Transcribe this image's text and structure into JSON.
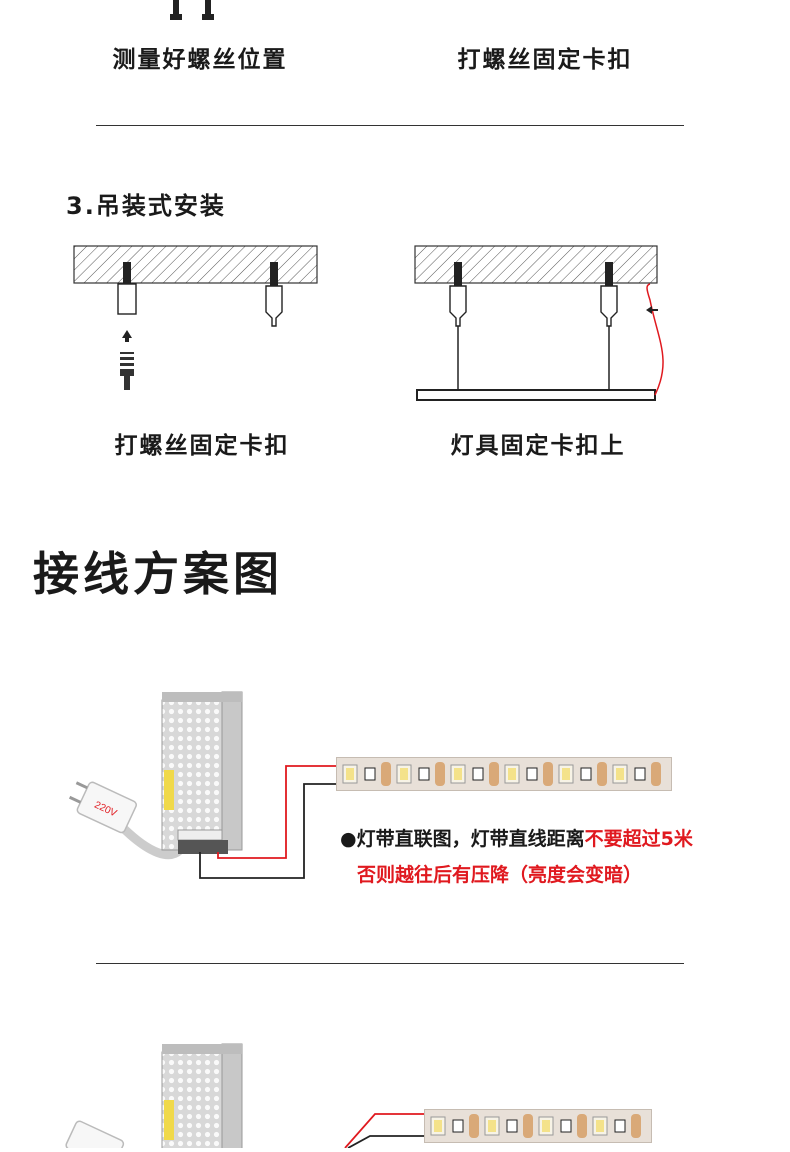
{
  "top_section": {
    "caption_left": "测量好螺丝位置",
    "caption_right": "打螺丝固定卡扣"
  },
  "hanging_section": {
    "heading": "3.吊装式安装",
    "caption_left": "打螺丝固定卡扣",
    "caption_right": "灯具固定卡扣上"
  },
  "wiring_section": {
    "title": "接线方案图",
    "plug_label": "220V",
    "note_bullet": "●",
    "note_line1_black": "灯带直联图，灯带直线距离",
    "note_line1_red": "不要超过5米",
    "note_line2_red": "否则越往后有压降（亮度会变暗）"
  },
  "colors": {
    "text": "#1a1a1a",
    "accent_red": "#e0191f",
    "wire_red": "#e0191f",
    "strip_base": "#e8e0d8",
    "led_yellow": "#f4e28a"
  }
}
